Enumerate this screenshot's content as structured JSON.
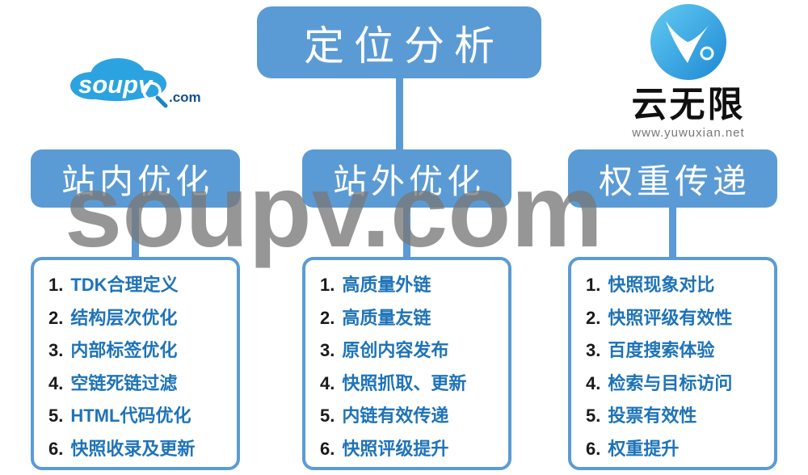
{
  "watermark": "soupv.com",
  "logos": {
    "soupv": {
      "text": "soupv",
      "suffix": ".com"
    },
    "yunwuxian": {
      "title": "云无限",
      "url": "www.yuwuxian.net"
    }
  },
  "root": {
    "label": "定位分析"
  },
  "branches": [
    {
      "label": "站内优化",
      "items": [
        {
          "num": "1.",
          "text": "TDK合理定义"
        },
        {
          "num": "2.",
          "text": "结构层次优化"
        },
        {
          "num": "3.",
          "text": "内部标签优化"
        },
        {
          "num": "4.",
          "text": "空链死链过滤"
        },
        {
          "num": "5.",
          "text": "HTML代码优化"
        },
        {
          "num": "6.",
          "text": "快照收录及更新"
        }
      ]
    },
    {
      "label": "站外优化",
      "items": [
        {
          "num": "1.",
          "text": "高质量外链"
        },
        {
          "num": "2.",
          "text": "高质量友链"
        },
        {
          "num": "3.",
          "text": "原创内容发布"
        },
        {
          "num": "4.",
          "text": "快照抓取、更新"
        },
        {
          "num": "5.",
          "text": "内链有效传递"
        },
        {
          "num": "6.",
          "text": "快照评级提升"
        }
      ]
    },
    {
      "label": "权重传递",
      "items": [
        {
          "num": "1.",
          "text": "快照现象对比"
        },
        {
          "num": "2.",
          "text": "快照评级有效性"
        },
        {
          "num": "3.",
          "text": "百度搜索体验"
        },
        {
          "num": "4.",
          "text": "检索与目标访问"
        },
        {
          "num": "5.",
          "text": "投票有效性"
        },
        {
          "num": "6.",
          "text": "权重提升"
        }
      ]
    }
  ],
  "colors": {
    "box_blue": "#5B9BD5",
    "list_text_blue": "#1E73B8",
    "number_dark": "#1a1a1a",
    "watermark_gray": "#787878"
  }
}
